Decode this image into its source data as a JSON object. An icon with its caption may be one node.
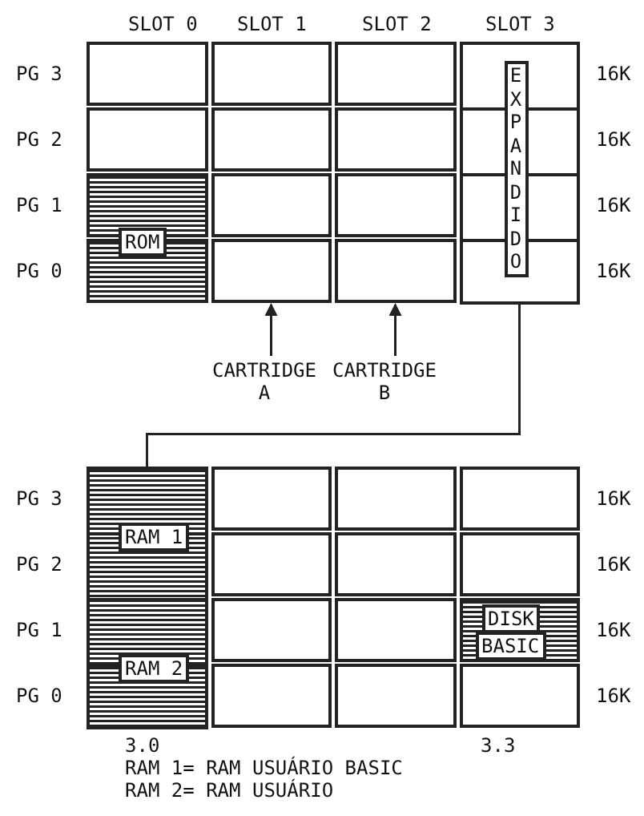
{
  "diagram": {
    "nodes": [
      {
        "text": [],
        "shape": "box"
      },
      {
        "text": [
          "ROM"
        ]
      },
      {
        "text": [
          "EXPANDIDO"
        ],
        "in": 0
      },
      {
        "text": [],
        "shape": "box"
      },
      {
        "text": [],
        "shape": "box"
      },
      {
        "text": [
          "CARTRIDGE A"
        ]
      },
      {
        "text": [
          "CARTRIDGE B"
        ]
      },
      {
        "text": [],
        "shape": "box"
      },
      {
        "text": [
          "RAM 1"
        ],
        "in": 7
      },
      {
        "text": [
          "RAM 2"
        ],
        "in": 7
      },
      {
        "text": [
          "DISK"
        ]
      },
      {
        "text": [
          "BASIC"
        ]
      }
    ],
    "edges": [
      {
        "from": 5,
        "to": 3,
        "arrow": "to"
      },
      {
        "from": 6,
        "to": 4,
        "arrow": "to"
      },
      {
        "from": 0,
        "to": 7,
        "arrow": "none"
      }
    ],
    "labels": [
      "SLOT 0",
      "SLOT 1",
      "SLOT 2",
      "SLOT 3",
      "PG 3",
      "16K",
      "PG 2",
      "16K",
      "PG 1",
      "16K",
      "PG 0",
      "16K",
      "PG 3",
      "16K",
      "PG 2",
      "16K",
      "PG 1",
      "16K",
      "PG 0",
      "16K",
      "3.0",
      "3.3",
      "RAM 1= RAM USUÁRIO BASIC",
      "RAM 2= RAM USUÁRIO"
    ]
  }
}
